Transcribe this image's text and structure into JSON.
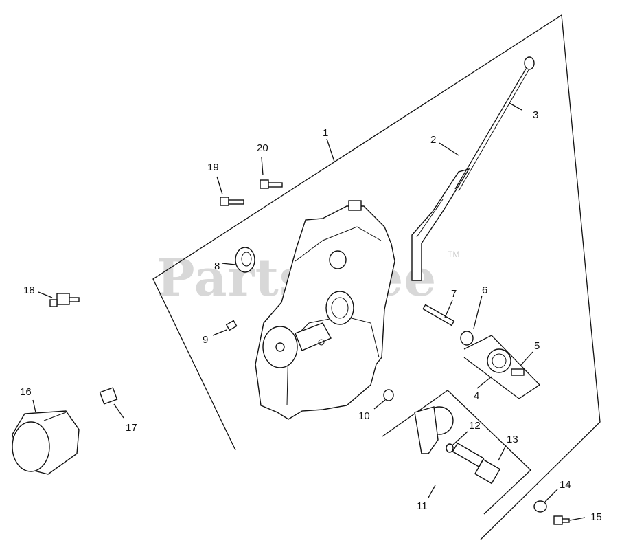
{
  "watermark": {
    "text": "PartsTree",
    "trademark": "TM"
  },
  "callouts": [
    {
      "id": "1",
      "text": "1"
    },
    {
      "id": "2",
      "text": "2"
    },
    {
      "id": "3",
      "text": "3"
    },
    {
      "id": "4",
      "text": "4"
    },
    {
      "id": "5",
      "text": "5"
    },
    {
      "id": "6",
      "text": "6"
    },
    {
      "id": "7",
      "text": "7"
    },
    {
      "id": "8",
      "text": "8"
    },
    {
      "id": "9",
      "text": "9"
    },
    {
      "id": "10",
      "text": "10"
    },
    {
      "id": "11",
      "text": "11"
    },
    {
      "id": "12",
      "text": "12"
    },
    {
      "id": "13",
      "text": "13"
    },
    {
      "id": "14",
      "text": "14"
    },
    {
      "id": "15",
      "text": "15"
    },
    {
      "id": "16",
      "text": "16"
    },
    {
      "id": "17",
      "text": "17"
    },
    {
      "id": "18",
      "text": "18"
    },
    {
      "id": "19",
      "text": "19"
    },
    {
      "id": "20",
      "text": "20"
    }
  ]
}
